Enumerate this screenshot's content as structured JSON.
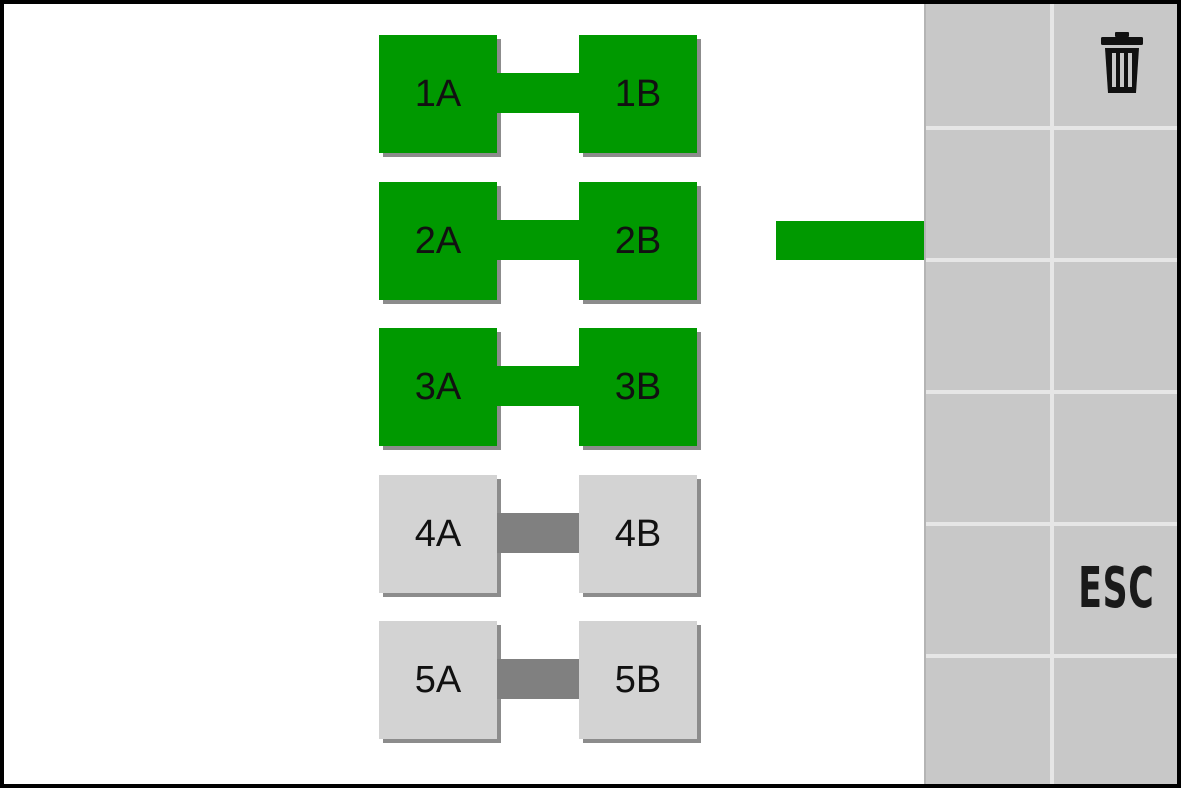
{
  "pairs": [
    {
      "a_label": "1A",
      "b_label": "1B",
      "state": "active"
    },
    {
      "a_label": "2A",
      "b_label": "2B",
      "state": "active"
    },
    {
      "a_label": "3A",
      "b_label": "3B",
      "state": "active"
    },
    {
      "a_label": "4A",
      "b_label": "4B",
      "state": "inactive"
    },
    {
      "a_label": "5A",
      "b_label": "5B",
      "state": "inactive"
    }
  ],
  "side_panel": {
    "trash_icon": "trash-icon",
    "esc_label": "ESC"
  },
  "colors": {
    "active": "#009900",
    "inactive_tile": "#d3d3d3",
    "inactive_link": "#808080",
    "panel": "#c8c8c8",
    "panel_grid": "#e6e6e6",
    "shadow": "#8c8c8c"
  }
}
